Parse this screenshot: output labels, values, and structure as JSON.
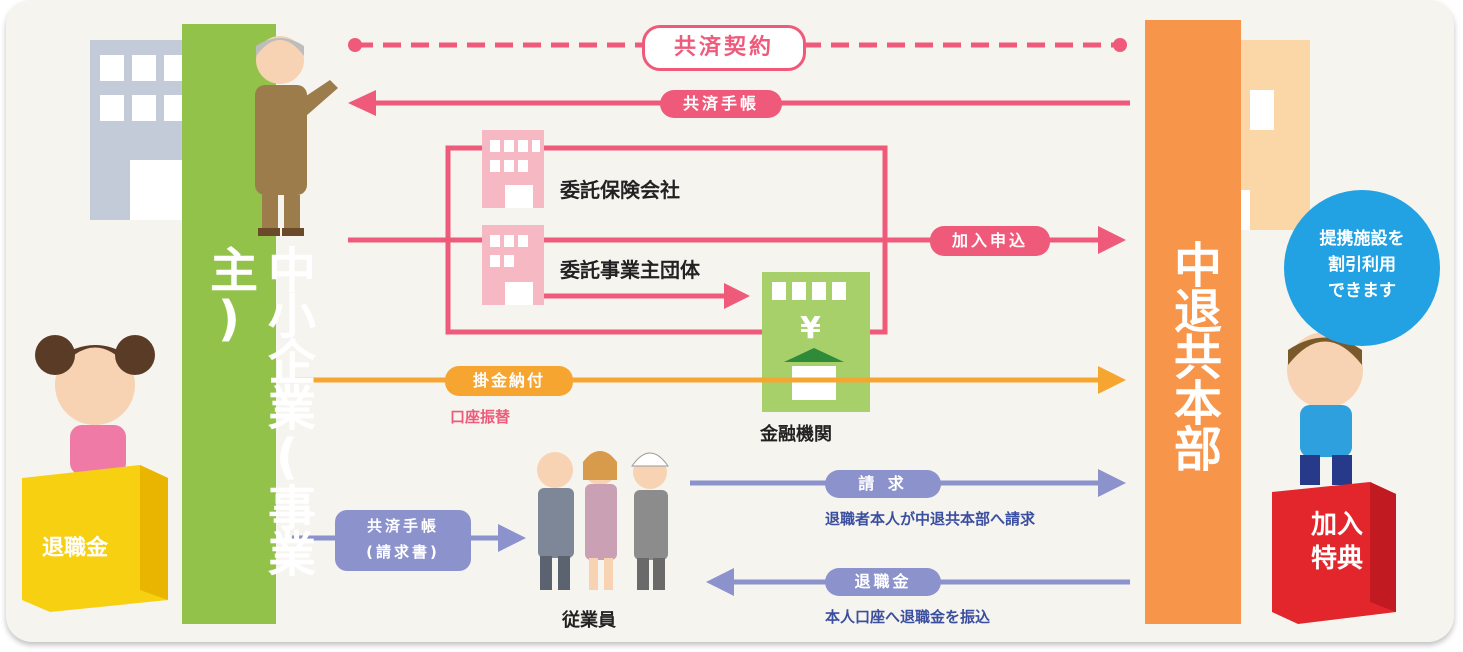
{
  "contract": "共済契約",
  "kyosai_techo_top": "共済手帳",
  "commissioned_insurer": "委託保険会社",
  "commissioned_employer_group": "委託事業主団体",
  "application": "加入申込",
  "premium_payment": "掛金納付",
  "account_transfer": "口座振替",
  "financial_institution": "金融機関",
  "sme_employer": "中小企業(事業主)",
  "chutaikyo_hq": "中退共本部",
  "kyosai_techo_bottom_1": "共済手帳",
  "kyosai_techo_bottom_2": "(請求書)",
  "employees": "従業員",
  "claim": "請 求",
  "claim_note": "退職者本人が中退共本部へ請求",
  "retirement_pay_pill": "退職金",
  "transfer_note": "本人口座へ退職金を振込",
  "retirement_box": "退職金",
  "benefit_box": "加入特典",
  "bubble_line1": "提携施設を",
  "bubble_line2": "割引利用",
  "bubble_line3": "できます",
  "colors": {
    "pink": "#ef5a7b",
    "orange": "#f6a531",
    "purple": "#8b92cc",
    "green": "#93c24a",
    "hq_orange": "#f7954b",
    "blue_bubble": "#22a1e3",
    "red_box": "#e3262c",
    "yellow_box": "#f8d012"
  }
}
